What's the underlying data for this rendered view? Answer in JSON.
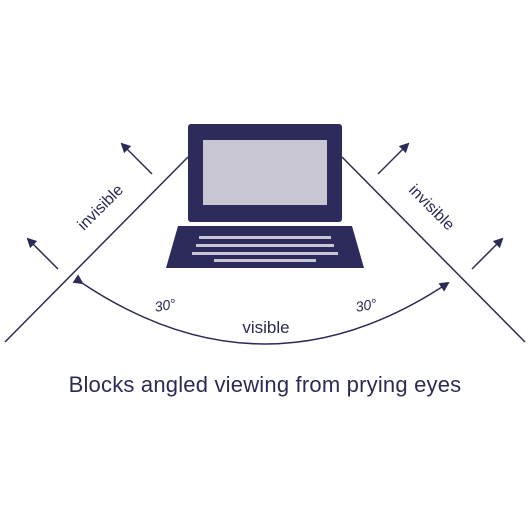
{
  "labels": {
    "invisible_left": "invisible",
    "invisible_right": "invisible",
    "angle_left": "30°",
    "angle_right": "30°",
    "visible": "visible"
  },
  "caption": "Blocks angled viewing from prying eyes",
  "colors": {
    "ink": "#2b2b55",
    "laptop_body": "#2d2b5c",
    "laptop_screen": "#c9c6d3",
    "background": "#ffffff"
  },
  "icons": {
    "device": "laptop-icon",
    "direction": "arrow-icon"
  }
}
